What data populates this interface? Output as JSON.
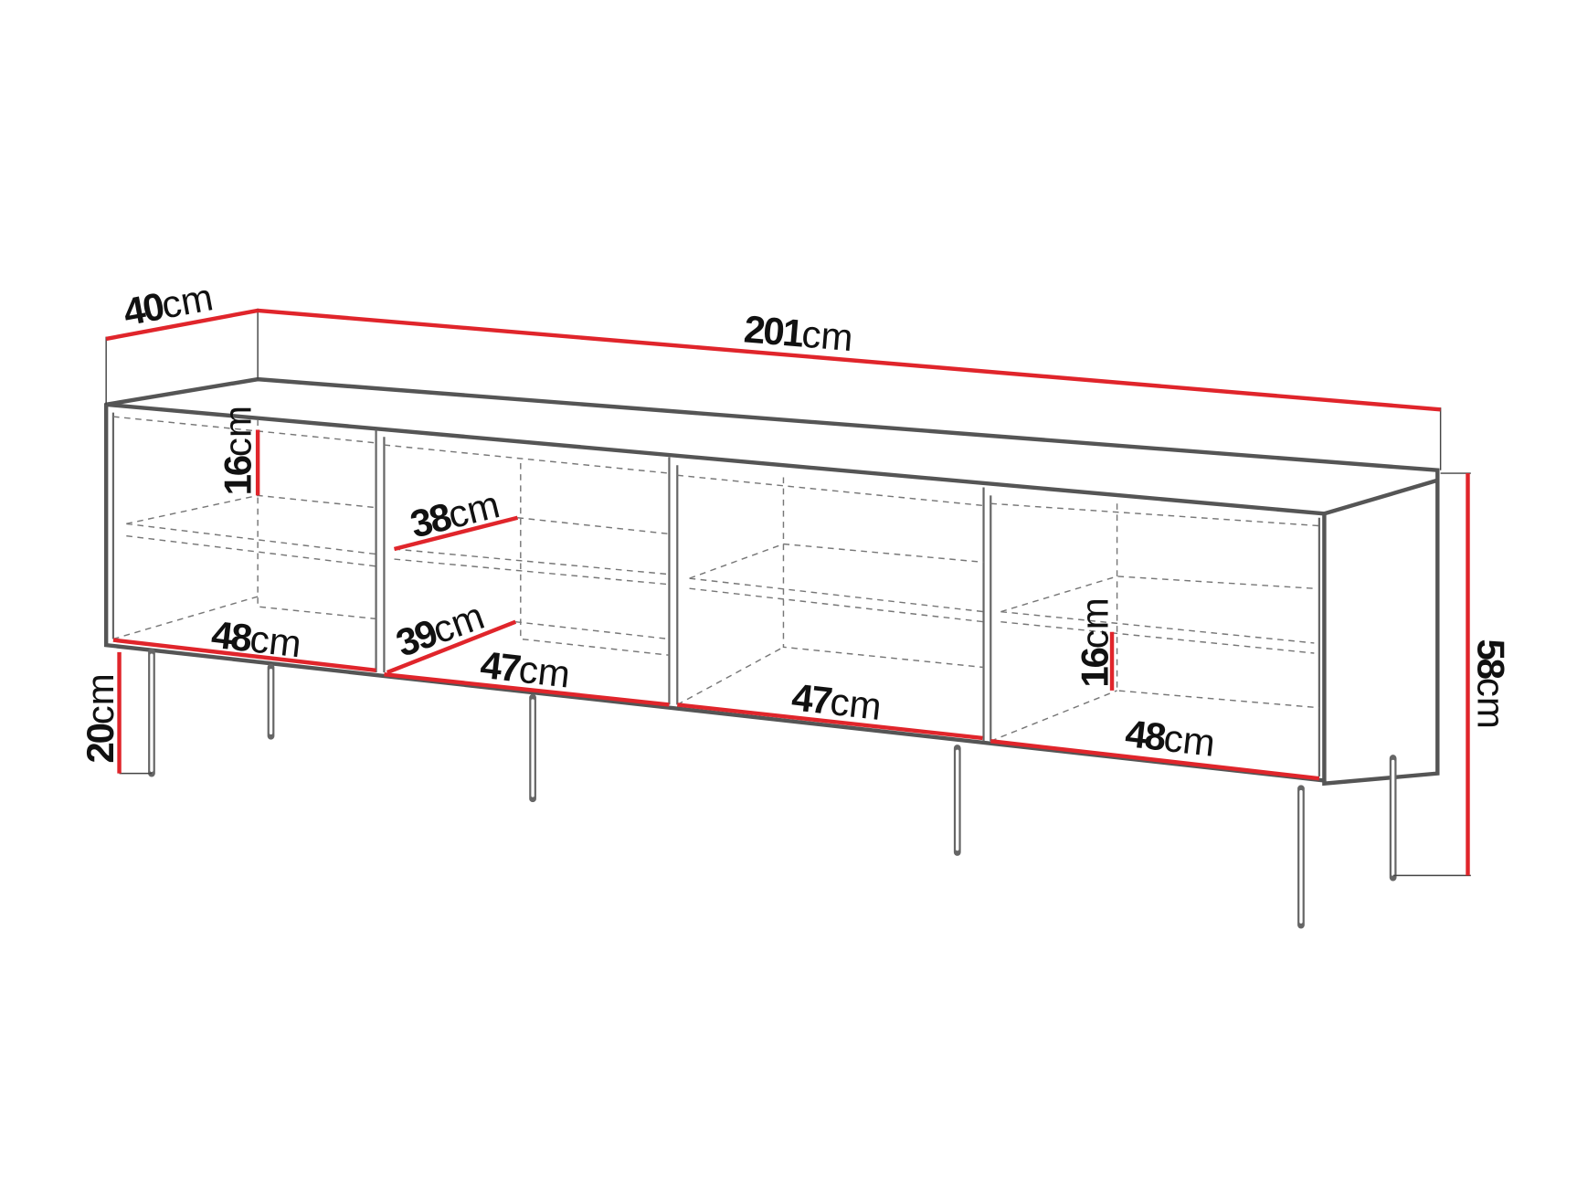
{
  "colors": {
    "dimension_line": "#e0252b",
    "outline": "#555555"
  },
  "dimensions": {
    "depth": {
      "value": "40",
      "unit": "cm"
    },
    "width": {
      "value": "201",
      "unit": "cm"
    },
    "height": {
      "value": "58",
      "unit": "cm"
    },
    "leg_height": {
      "value": "20",
      "unit": "cm"
    },
    "left_shelf_gap": {
      "value": "16",
      "unit": "cm"
    },
    "right_shelf_gap": {
      "value": "16",
      "unit": "cm"
    },
    "shelf_depth_upper": {
      "value": "38",
      "unit": "cm"
    },
    "shelf_depth_lower": {
      "value": "39",
      "unit": "cm"
    },
    "compartment_1": {
      "value": "48",
      "unit": "cm"
    },
    "compartment_2": {
      "value": "47",
      "unit": "cm"
    },
    "compartment_3": {
      "value": "47",
      "unit": "cm"
    },
    "compartment_4": {
      "value": "48",
      "unit": "cm"
    }
  }
}
